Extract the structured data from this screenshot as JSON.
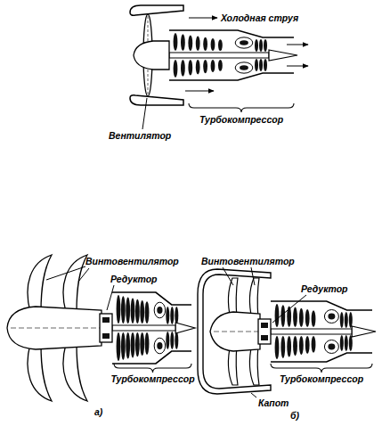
{
  "diagram": {
    "labels": [
      "Холодная струя",
      "Вентилятор",
      "Турбокомпрессор",
      "Винтовентилятор",
      "Редуктор",
      "Турбокомпрессор",
      "а)",
      "Винтовентилятор",
      "Редуктор",
      "Капот",
      "Турбокомпрессор",
      "б)"
    ]
  }
}
